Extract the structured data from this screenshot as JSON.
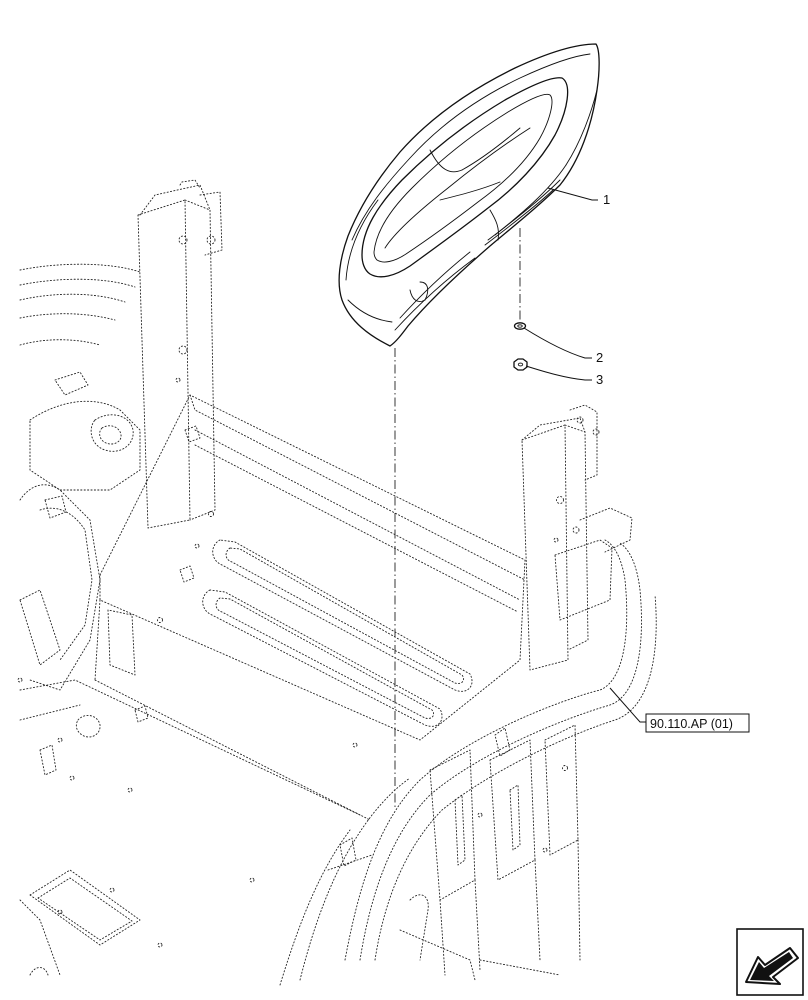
{
  "callouts": [
    {
      "id": "1",
      "label": "1"
    },
    {
      "id": "2",
      "label": "2"
    },
    {
      "id": "3",
      "label": "3"
    }
  ],
  "reference": {
    "label": "90.110.AP (01)"
  },
  "icons": {
    "navigation": "arrow-left-down-icon"
  }
}
